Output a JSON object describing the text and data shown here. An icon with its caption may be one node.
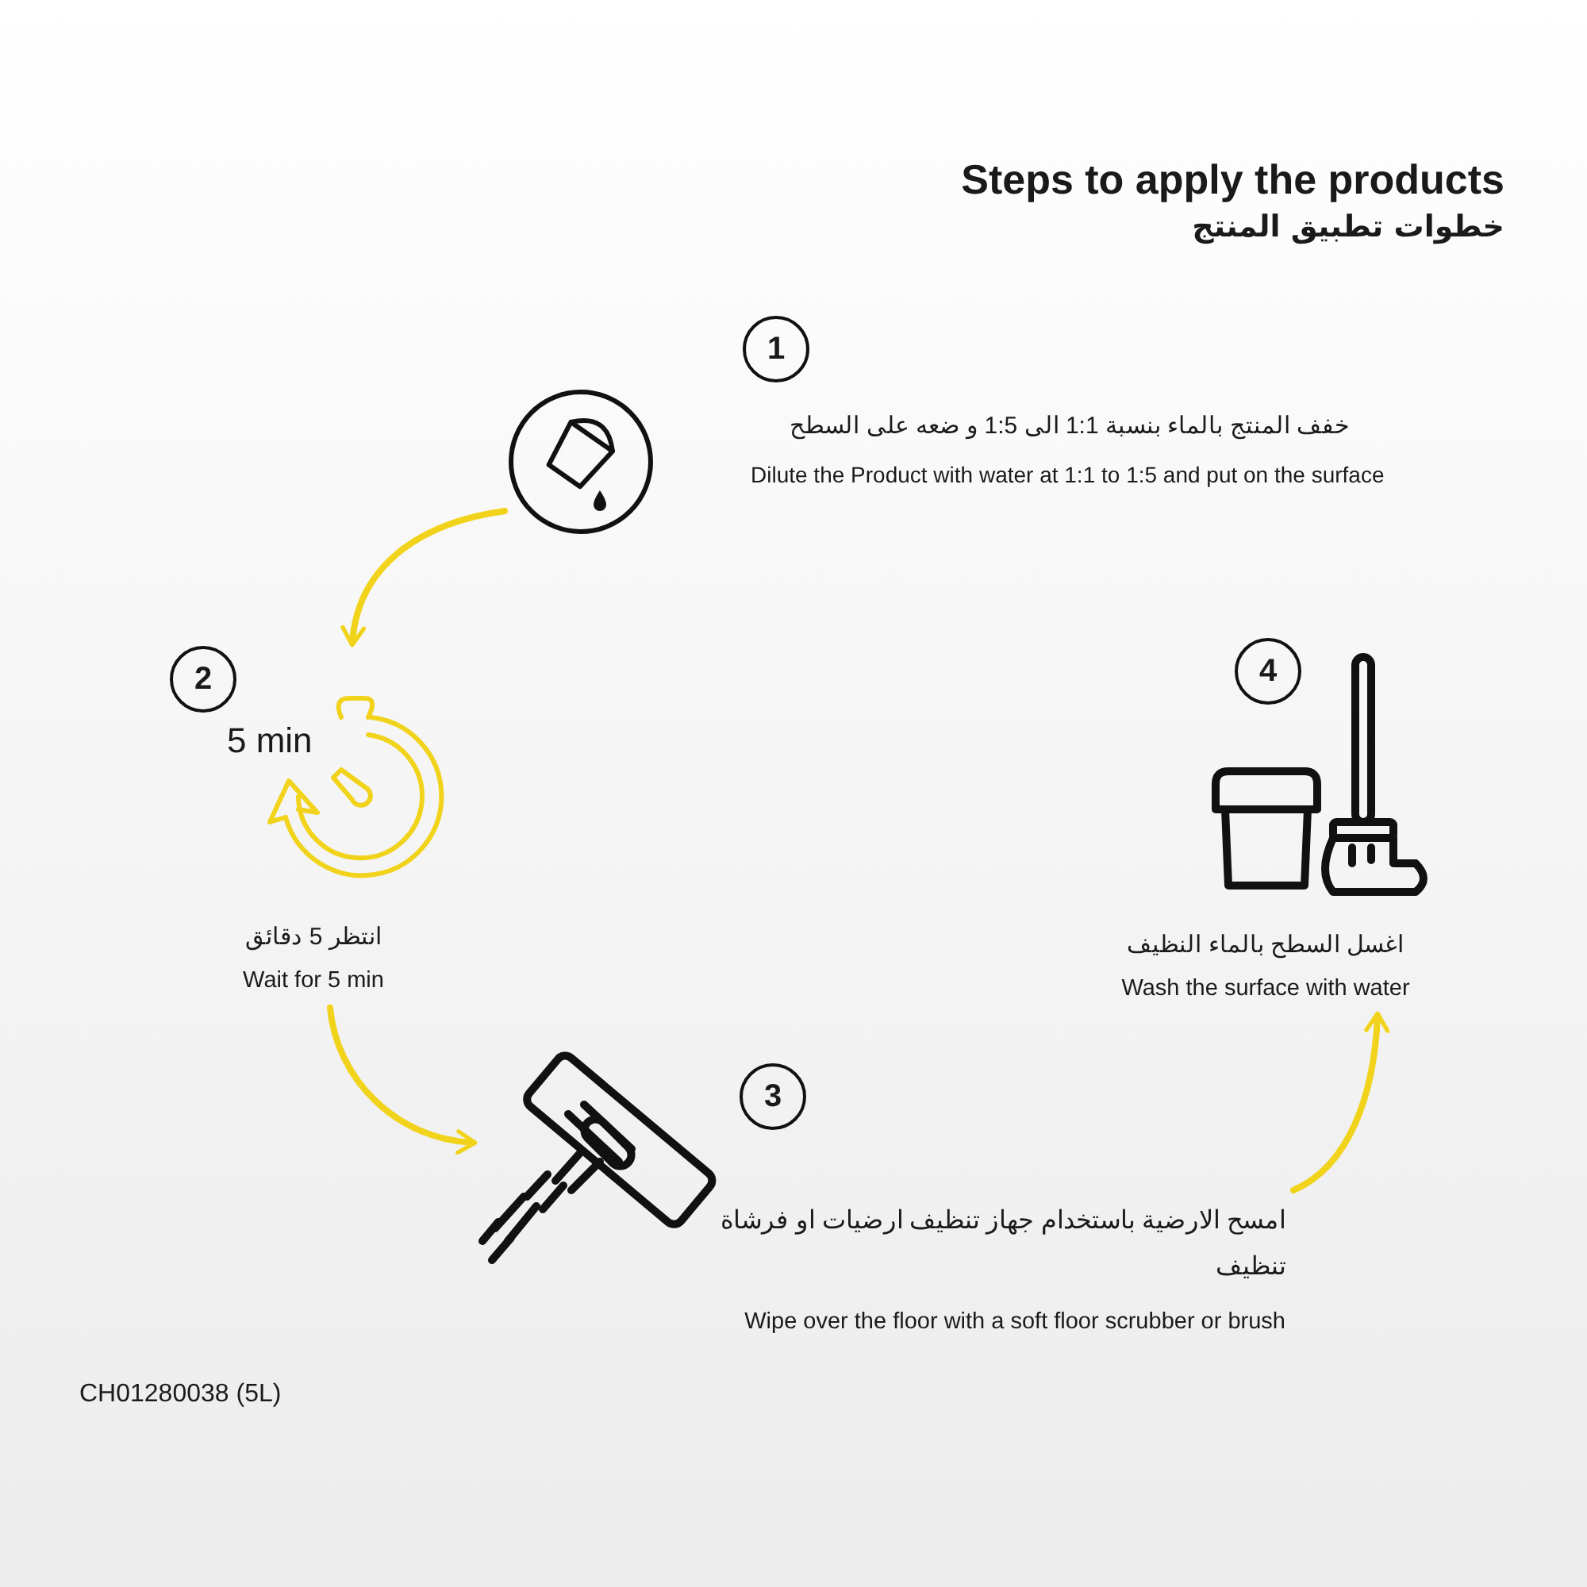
{
  "diagram": {
    "title": "Steps to apply the products",
    "nodes": [
      {
        "text": [
          "1",
          "خفف المنتج بالماء بنسبة 1:1 الى 1:5 و ضعه على السطح",
          "Dilute the Product with water at 1:1 to 1:5 and put on the surface"
        ]
      },
      {
        "text": [
          "2",
          "5 min",
          "انتظر 5 دقائق",
          "Wait for 5 min"
        ]
      },
      {
        "text": [
          "3",
          "امسح الارضية باستخدام جهاز تنظيف ارضيات او فرشاة تنظيف",
          "Wipe over the floor with a soft floor scrubber or brush"
        ]
      },
      {
        "text": [
          "4",
          "اغسل السطح بالماء النظيف",
          "Wash the surface with water"
        ]
      }
    ],
    "edges": [
      {
        "from": 0,
        "to": 1,
        "arrow": "to"
      },
      {
        "from": 1,
        "to": 2,
        "arrow": "to"
      },
      {
        "from": 2,
        "to": 3,
        "arrow": "to"
      }
    ],
    "labels": [
      "خطوات تطبيق المنتج",
      "CH01280038 (5L)"
    ]
  }
}
